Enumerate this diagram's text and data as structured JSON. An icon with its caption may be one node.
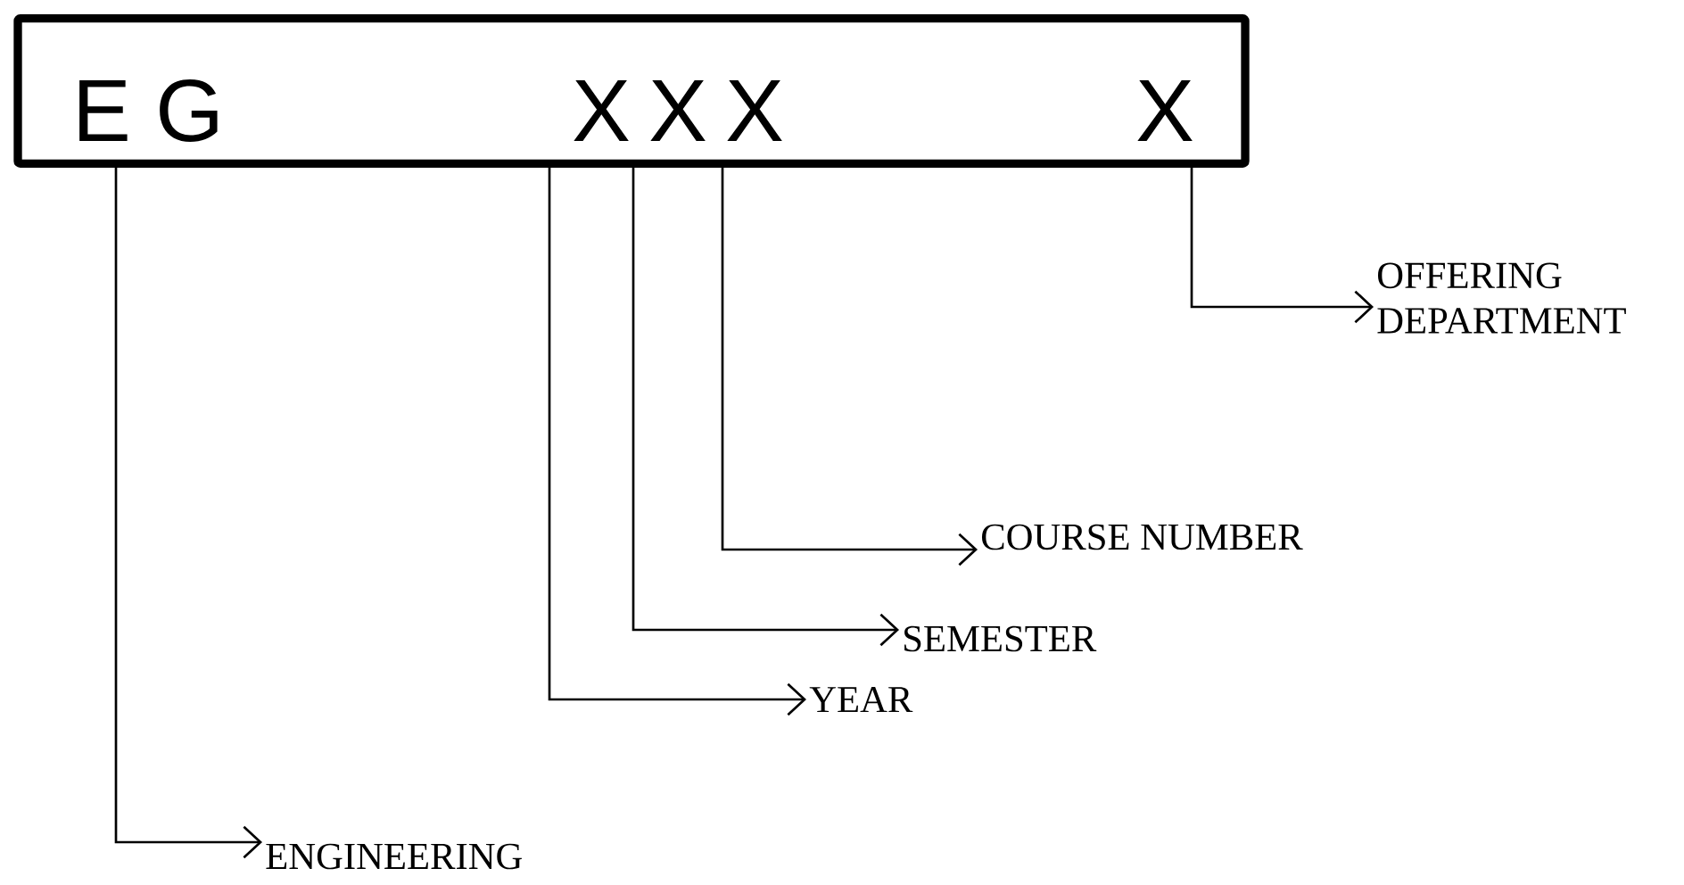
{
  "diagram": {
    "nodes": [
      {
        "text": [],
        "shape": "box"
      },
      {
        "text": [
          "E G"
        ],
        "in": 0
      },
      {
        "text": [
          "X"
        ],
        "in": 0
      },
      {
        "text": [
          "X"
        ],
        "in": 0
      },
      {
        "text": [
          "X"
        ],
        "in": 0
      },
      {
        "text": [
          "X"
        ],
        "in": 0
      },
      {
        "text": [
          "OFFERING DEPARTMENT"
        ]
      },
      {
        "text": [
          "COURSE NUMBER"
        ]
      },
      {
        "text": [
          "SEMESTER"
        ]
      },
      {
        "text": [
          "YEAR"
        ]
      },
      {
        "text": [
          "ENGINEERING"
        ]
      }
    ],
    "edges": [
      {
        "from": 5,
        "to": 6,
        "arrow": "to"
      },
      {
        "from": 4,
        "to": 7,
        "arrow": "to"
      },
      {
        "from": 3,
        "to": 8,
        "arrow": "to"
      },
      {
        "from": 2,
        "to": 9,
        "arrow": "to"
      },
      {
        "from": 1,
        "to": 10,
        "arrow": "to"
      }
    ]
  }
}
